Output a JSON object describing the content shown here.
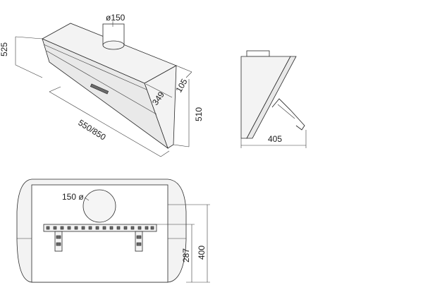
{
  "diagram": {
    "iso_view": {
      "duct_label": "ø150",
      "height_label": "525",
      "depth_top_label": "105",
      "depth_label": "349",
      "height_right_label": "510",
      "width_label": "550/850"
    },
    "side_view": {
      "depth_label": "405"
    },
    "bottom_view": {
      "duct_label": "150 ø",
      "bracket_height_label": "287",
      "total_height_label": "400"
    }
  }
}
